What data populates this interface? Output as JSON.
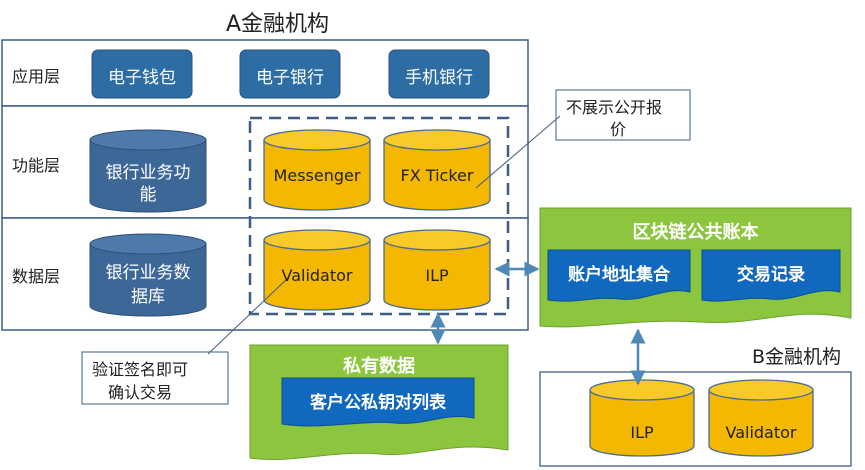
{
  "inst_a": {
    "title": "A金融机构",
    "layers": {
      "app": "应用层",
      "func": "功能层",
      "data": "数据层"
    },
    "apps": [
      "电子钱包",
      "电子银行",
      "手机银行"
    ],
    "bank_function": [
      "银行业务功",
      "能"
    ],
    "bank_db": [
      "银行业务数",
      "据库"
    ],
    "modules": {
      "messenger": "Messenger",
      "fx_ticker": "FX Ticker",
      "validator": "Validator",
      "ilp": "ILP"
    }
  },
  "callout_fx": [
    "不展示公开报",
    "价"
  ],
  "callout_validator": [
    "验证签名即可",
    "确认交易"
  ],
  "ledger": {
    "title": "区块链公共账本",
    "items": [
      "账户地址集合",
      "交易记录"
    ]
  },
  "private": {
    "title": "私有数据",
    "item": "客户公私钥对列表"
  },
  "inst_b": {
    "title": "B金融机构",
    "modules": {
      "ilp": "ILP",
      "validator": "Validator"
    }
  },
  "colors": {
    "frame": "#3f5d83",
    "app_box": "#2e6da4",
    "db_dark": "#3d6797",
    "db_gold": "#f5b800",
    "green": "#8cc63e",
    "blue_box": "#1068bf",
    "arrow": "#4f88b8"
  }
}
